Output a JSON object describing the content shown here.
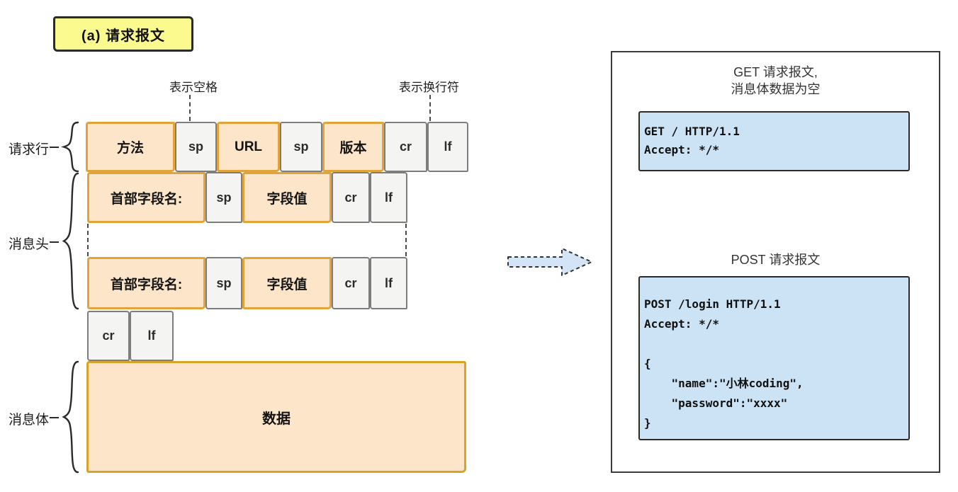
{
  "title_badge": "(a) 请求报文",
  "annotations": {
    "space_note": "表示空格",
    "newline_note": "表示换行符"
  },
  "section_labels": {
    "request_line": "请求行",
    "message_header": "消息头",
    "message_body": "消息体"
  },
  "message_structure": {
    "request_line_cells": [
      {
        "label": "方法",
        "type": "field"
      },
      {
        "label": "sp",
        "type": "control"
      },
      {
        "label": "URL",
        "type": "field"
      },
      {
        "label": "sp",
        "type": "control"
      },
      {
        "label": "版本",
        "type": "field"
      },
      {
        "label": "cr",
        "type": "control"
      },
      {
        "label": "lf",
        "type": "control"
      }
    ],
    "header_row_1_cells": [
      {
        "label": "首部字段名:",
        "type": "field"
      },
      {
        "label": "sp",
        "type": "control"
      },
      {
        "label": "字段值",
        "type": "field"
      },
      {
        "label": "cr",
        "type": "control"
      },
      {
        "label": "lf",
        "type": "control"
      }
    ],
    "header_row_2_cells": [
      {
        "label": "首部字段名:",
        "type": "field"
      },
      {
        "label": "sp",
        "type": "control"
      },
      {
        "label": "字段值",
        "type": "field"
      },
      {
        "label": "cr",
        "type": "control"
      },
      {
        "label": "lf",
        "type": "control"
      }
    ],
    "blank_line_cells": [
      {
        "label": "cr",
        "type": "control"
      },
      {
        "label": "lf",
        "type": "control"
      }
    ],
    "body_label": "数据"
  },
  "examples_panel": {
    "get_example": {
      "title": "GET 请求报文,\n消息体数据为空",
      "code": "GET / HTTP/1.1\nAccept: */*"
    },
    "post_example": {
      "title": "POST 请求报文",
      "code": "POST /login HTTP/1.1\nAccept: */*\n\n{\n    \"name\":\"小林coding\",\n    \"password\":\"xxxx\"\n}"
    }
  },
  "colors": {
    "field_fill": "#FCE5C9",
    "field_border": "#E0A43B",
    "control_fill": "#F4F4F3",
    "control_border": "#7D7D7D",
    "badge_fill": "#FAFA8E",
    "code_fill": "#CCE2F5",
    "arrow_fill": "#D2E4F5"
  }
}
